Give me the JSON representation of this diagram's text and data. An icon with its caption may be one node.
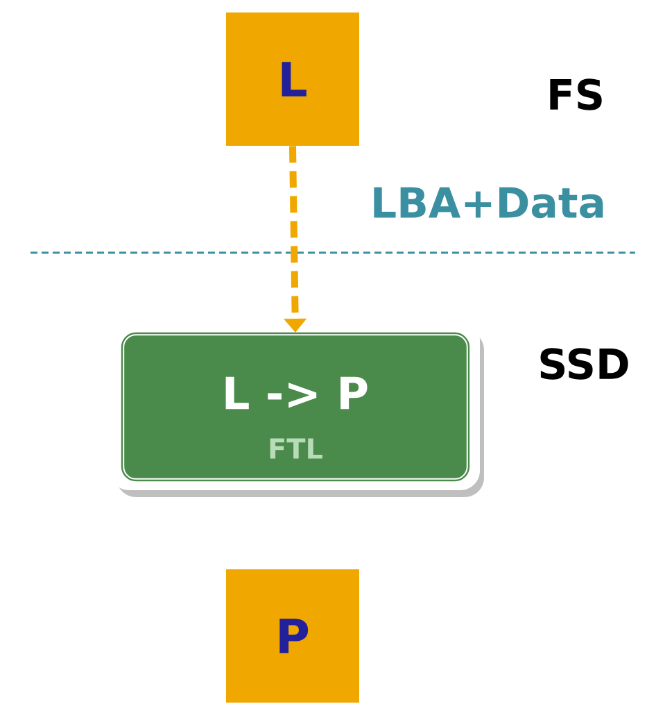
{
  "diagram": {
    "nodes": [
      {
        "text": [
          "L"
        ]
      },
      {
        "text": [
          "L -> P",
          "FTL"
        ]
      },
      {
        "text": [
          "P"
        ]
      }
    ],
    "edges": [
      {
        "from": 0,
        "to": 1,
        "arrow": "to",
        "style": "dashed",
        "label": "LBA+Data"
      }
    ],
    "labels": [
      "FS",
      "SSD"
    ]
  }
}
